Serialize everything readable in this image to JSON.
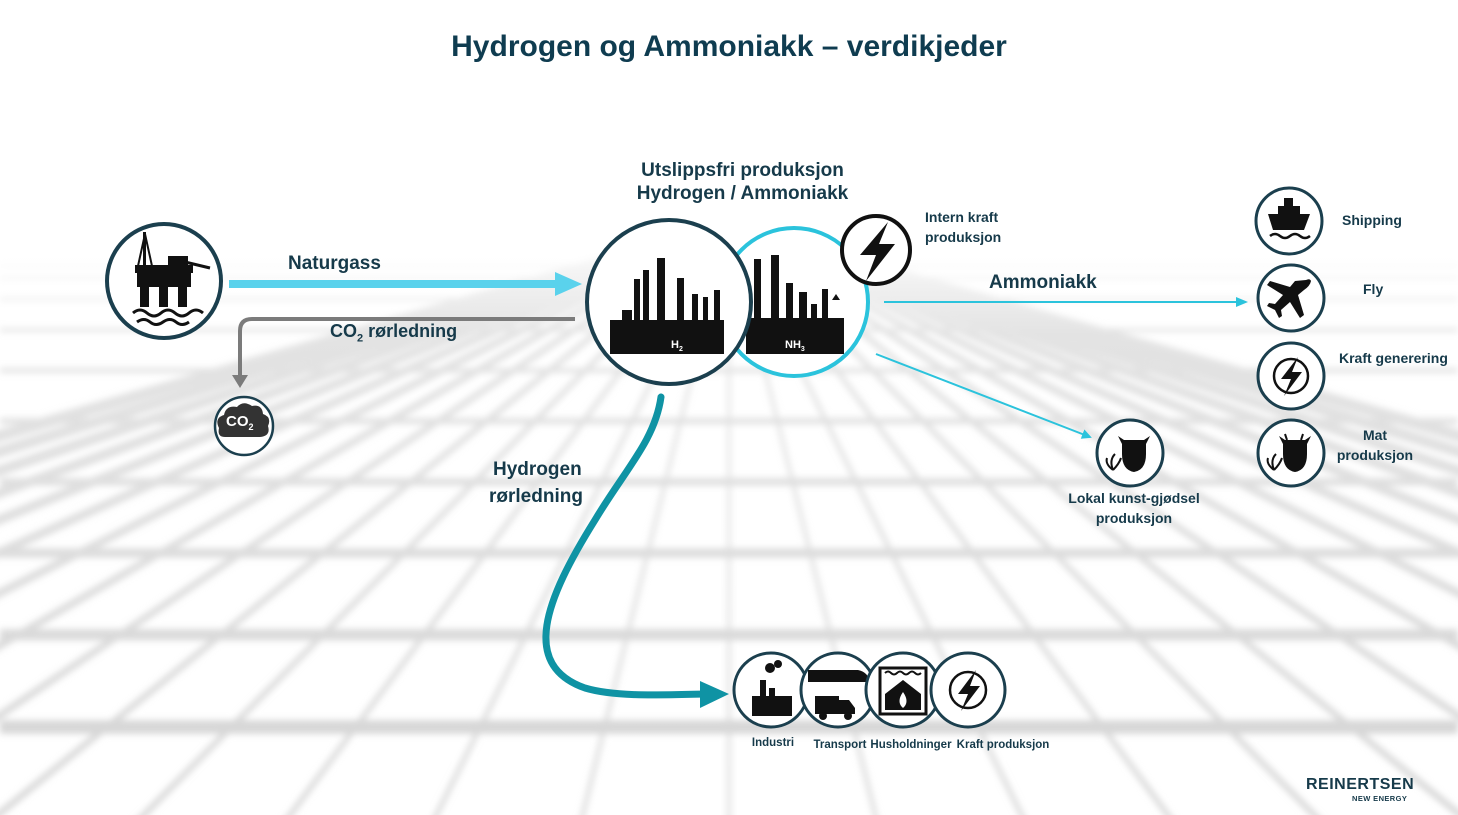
{
  "title": "Hydrogen og Ammoniakk  –  verdikjeder",
  "colors": {
    "dark": "#1b3f4e",
    "light_blue": "#5ad2ec",
    "cyan": "#2bc3dc",
    "teal": "#0f93a4",
    "gray": "#7b7b7b"
  },
  "labels": {
    "production_line1": "Utslippsfri produksjon",
    "production_line2": "Hydrogen / Ammoniakk",
    "naturgass": "Naturgass",
    "co2_prefix": "CO",
    "co2_sub": "2",
    "co2_suffix": " rørledning",
    "intern_kraft_line1": "Intern kraft",
    "intern_kraft_line2": "produksjon",
    "ammoniakk": "Ammoniakk",
    "hydrogen_pipe_line1": "Hydrogen",
    "hydrogen_pipe_line2": "rørledning",
    "lokal_line1": "Lokal kunst-gjødsel",
    "lokal_line2": "produksjon",
    "h2_main": "H",
    "h2_sub": "2",
    "nh3_main": "NH",
    "nh3_sub": "3",
    "co2_cloud_main": "CO",
    "co2_cloud_sub": "2"
  },
  "ammonia_uses": [
    {
      "label": "Shipping",
      "icon": "ship-icon"
    },
    {
      "label": "Fly",
      "icon": "airplane-icon"
    },
    {
      "label": "Kraft generering",
      "icon": "power-icon"
    },
    {
      "label": "Mat",
      "label2": "produksjon",
      "icon": "cow-plant-icon"
    }
  ],
  "hydrogen_uses": [
    {
      "label": "Industri",
      "icon": "factory-icon"
    },
    {
      "label": "Transport",
      "icon": "train-truck-icon"
    },
    {
      "label": "Husholdninger",
      "icon": "house-heat-icon"
    },
    {
      "label": "Kraft produksjon",
      "icon": "power-icon"
    }
  ],
  "logo": {
    "line1": "REINERTSEN",
    "line2": "NEW ENERGY"
  }
}
